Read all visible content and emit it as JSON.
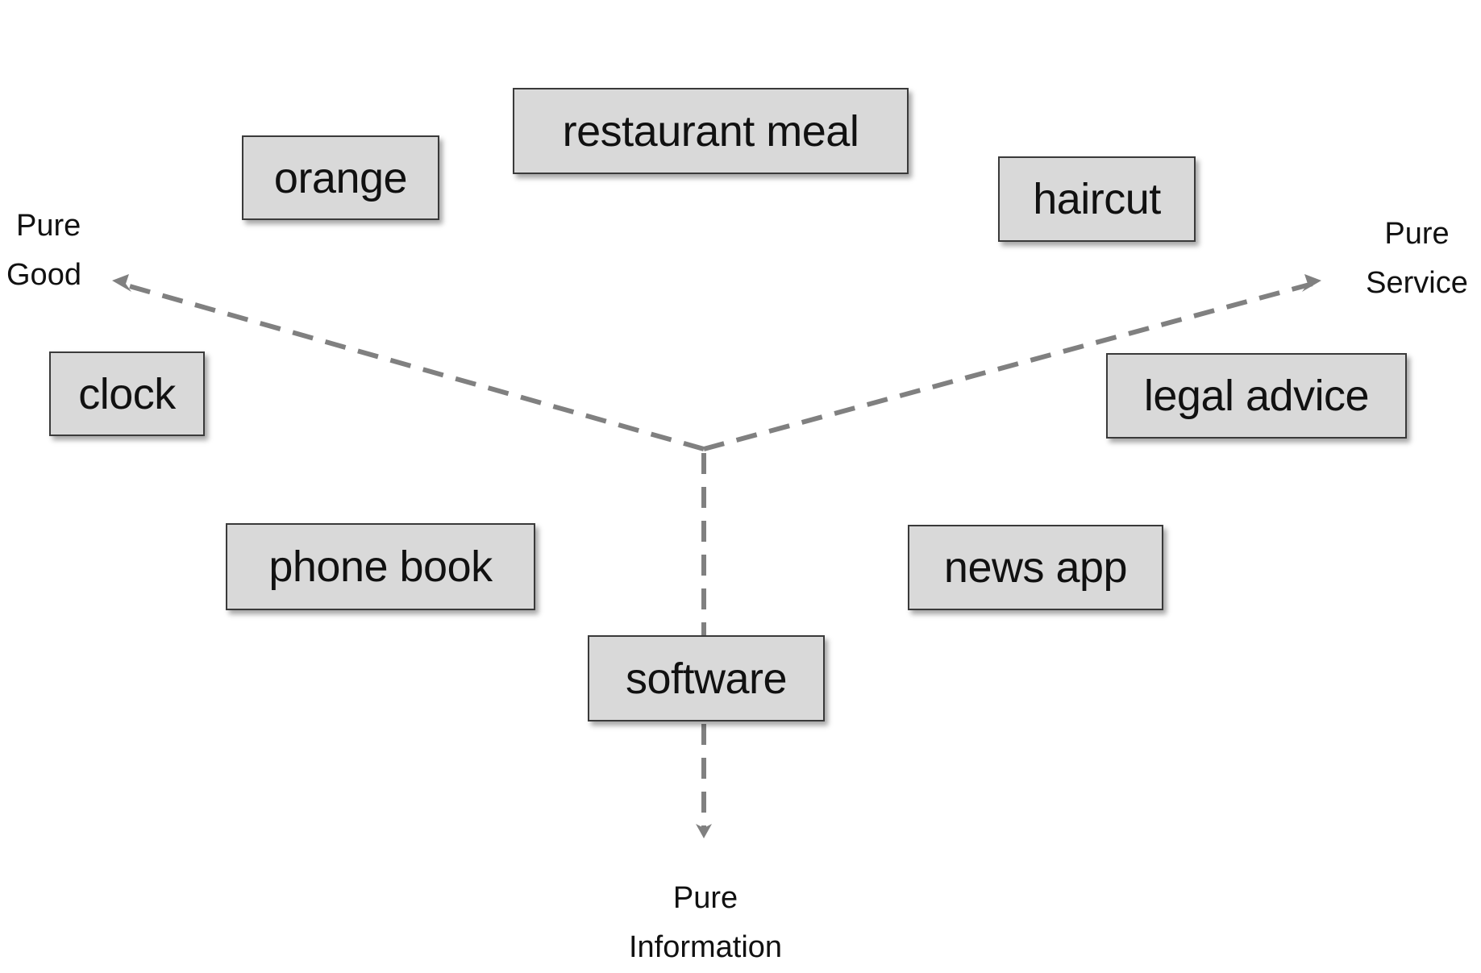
{
  "axes": {
    "good": {
      "line1": "Pure",
      "line2": "Good"
    },
    "service": {
      "line1": "Pure",
      "line2": "Service"
    },
    "information": {
      "line1": "Pure",
      "line2": "Information"
    }
  },
  "items": {
    "restaurant_meal": "restaurant meal",
    "orange": "orange",
    "haircut": "haircut",
    "clock": "clock",
    "legal_advice": "legal advice",
    "phone_book": "phone book",
    "news_app": "news app",
    "software": "software"
  },
  "colors": {
    "box_fill": "#d9d9d9",
    "box_border": "#3a3a3a",
    "axis": "#808080"
  }
}
